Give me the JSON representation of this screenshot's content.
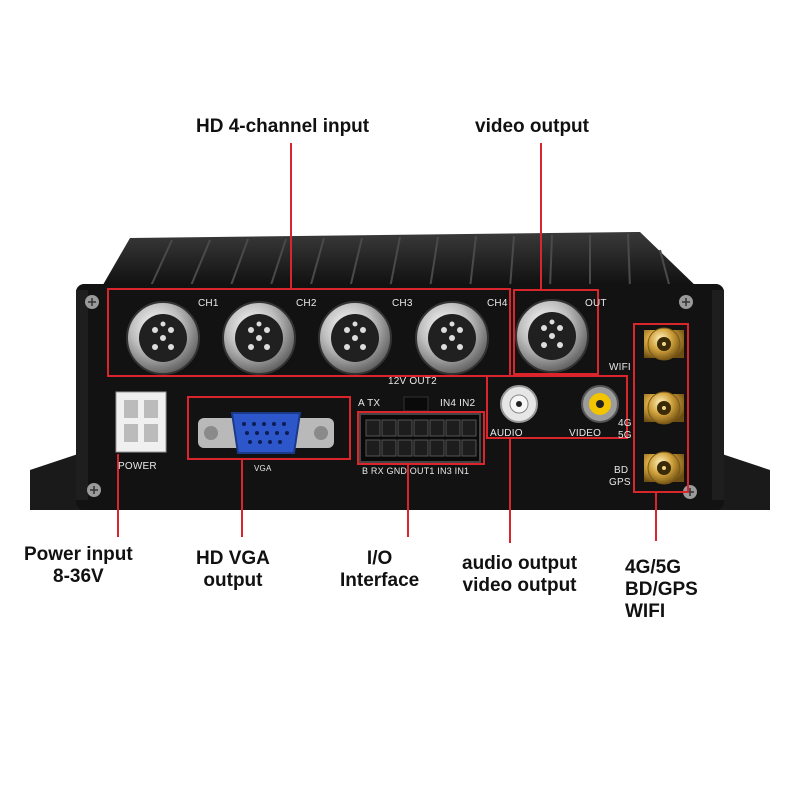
{
  "callouts": {
    "hd_input": "HD 4-channel input",
    "video_output_top": "video output",
    "power": {
      "line1": "Power input",
      "line2": "8-36V"
    },
    "vga": {
      "line1": "HD VGA",
      "line2": "output"
    },
    "io": {
      "line1": "I/O",
      "line2": "Interface"
    },
    "av": {
      "line1": "audio output",
      "line2": "video output"
    },
    "antenna": {
      "line1": "4G/5G",
      "line2": "BD/GPS",
      "line3": "WIFI"
    }
  },
  "panel": {
    "ch1": "CH1",
    "ch2": "CH2",
    "ch3": "CH3",
    "ch4": "CH4",
    "out": "OUT",
    "out2": "12V OUT2",
    "power": "POWER",
    "vga": "VGA",
    "io_top_left": "A TX",
    "io_top_right": "IN4 IN2",
    "io_bottom": "B RX GND OUT1 IN3 IN1",
    "audio": "AUDIO",
    "video": "VIDEO",
    "wifi": "WIFI",
    "net_4g": "4G",
    "net_5g": "5G",
    "bd": "BD",
    "gps": "GPS"
  },
  "colors": {
    "callout_line": "#d9262c",
    "body": "#141414",
    "rca_yellow": "#f2c500"
  }
}
